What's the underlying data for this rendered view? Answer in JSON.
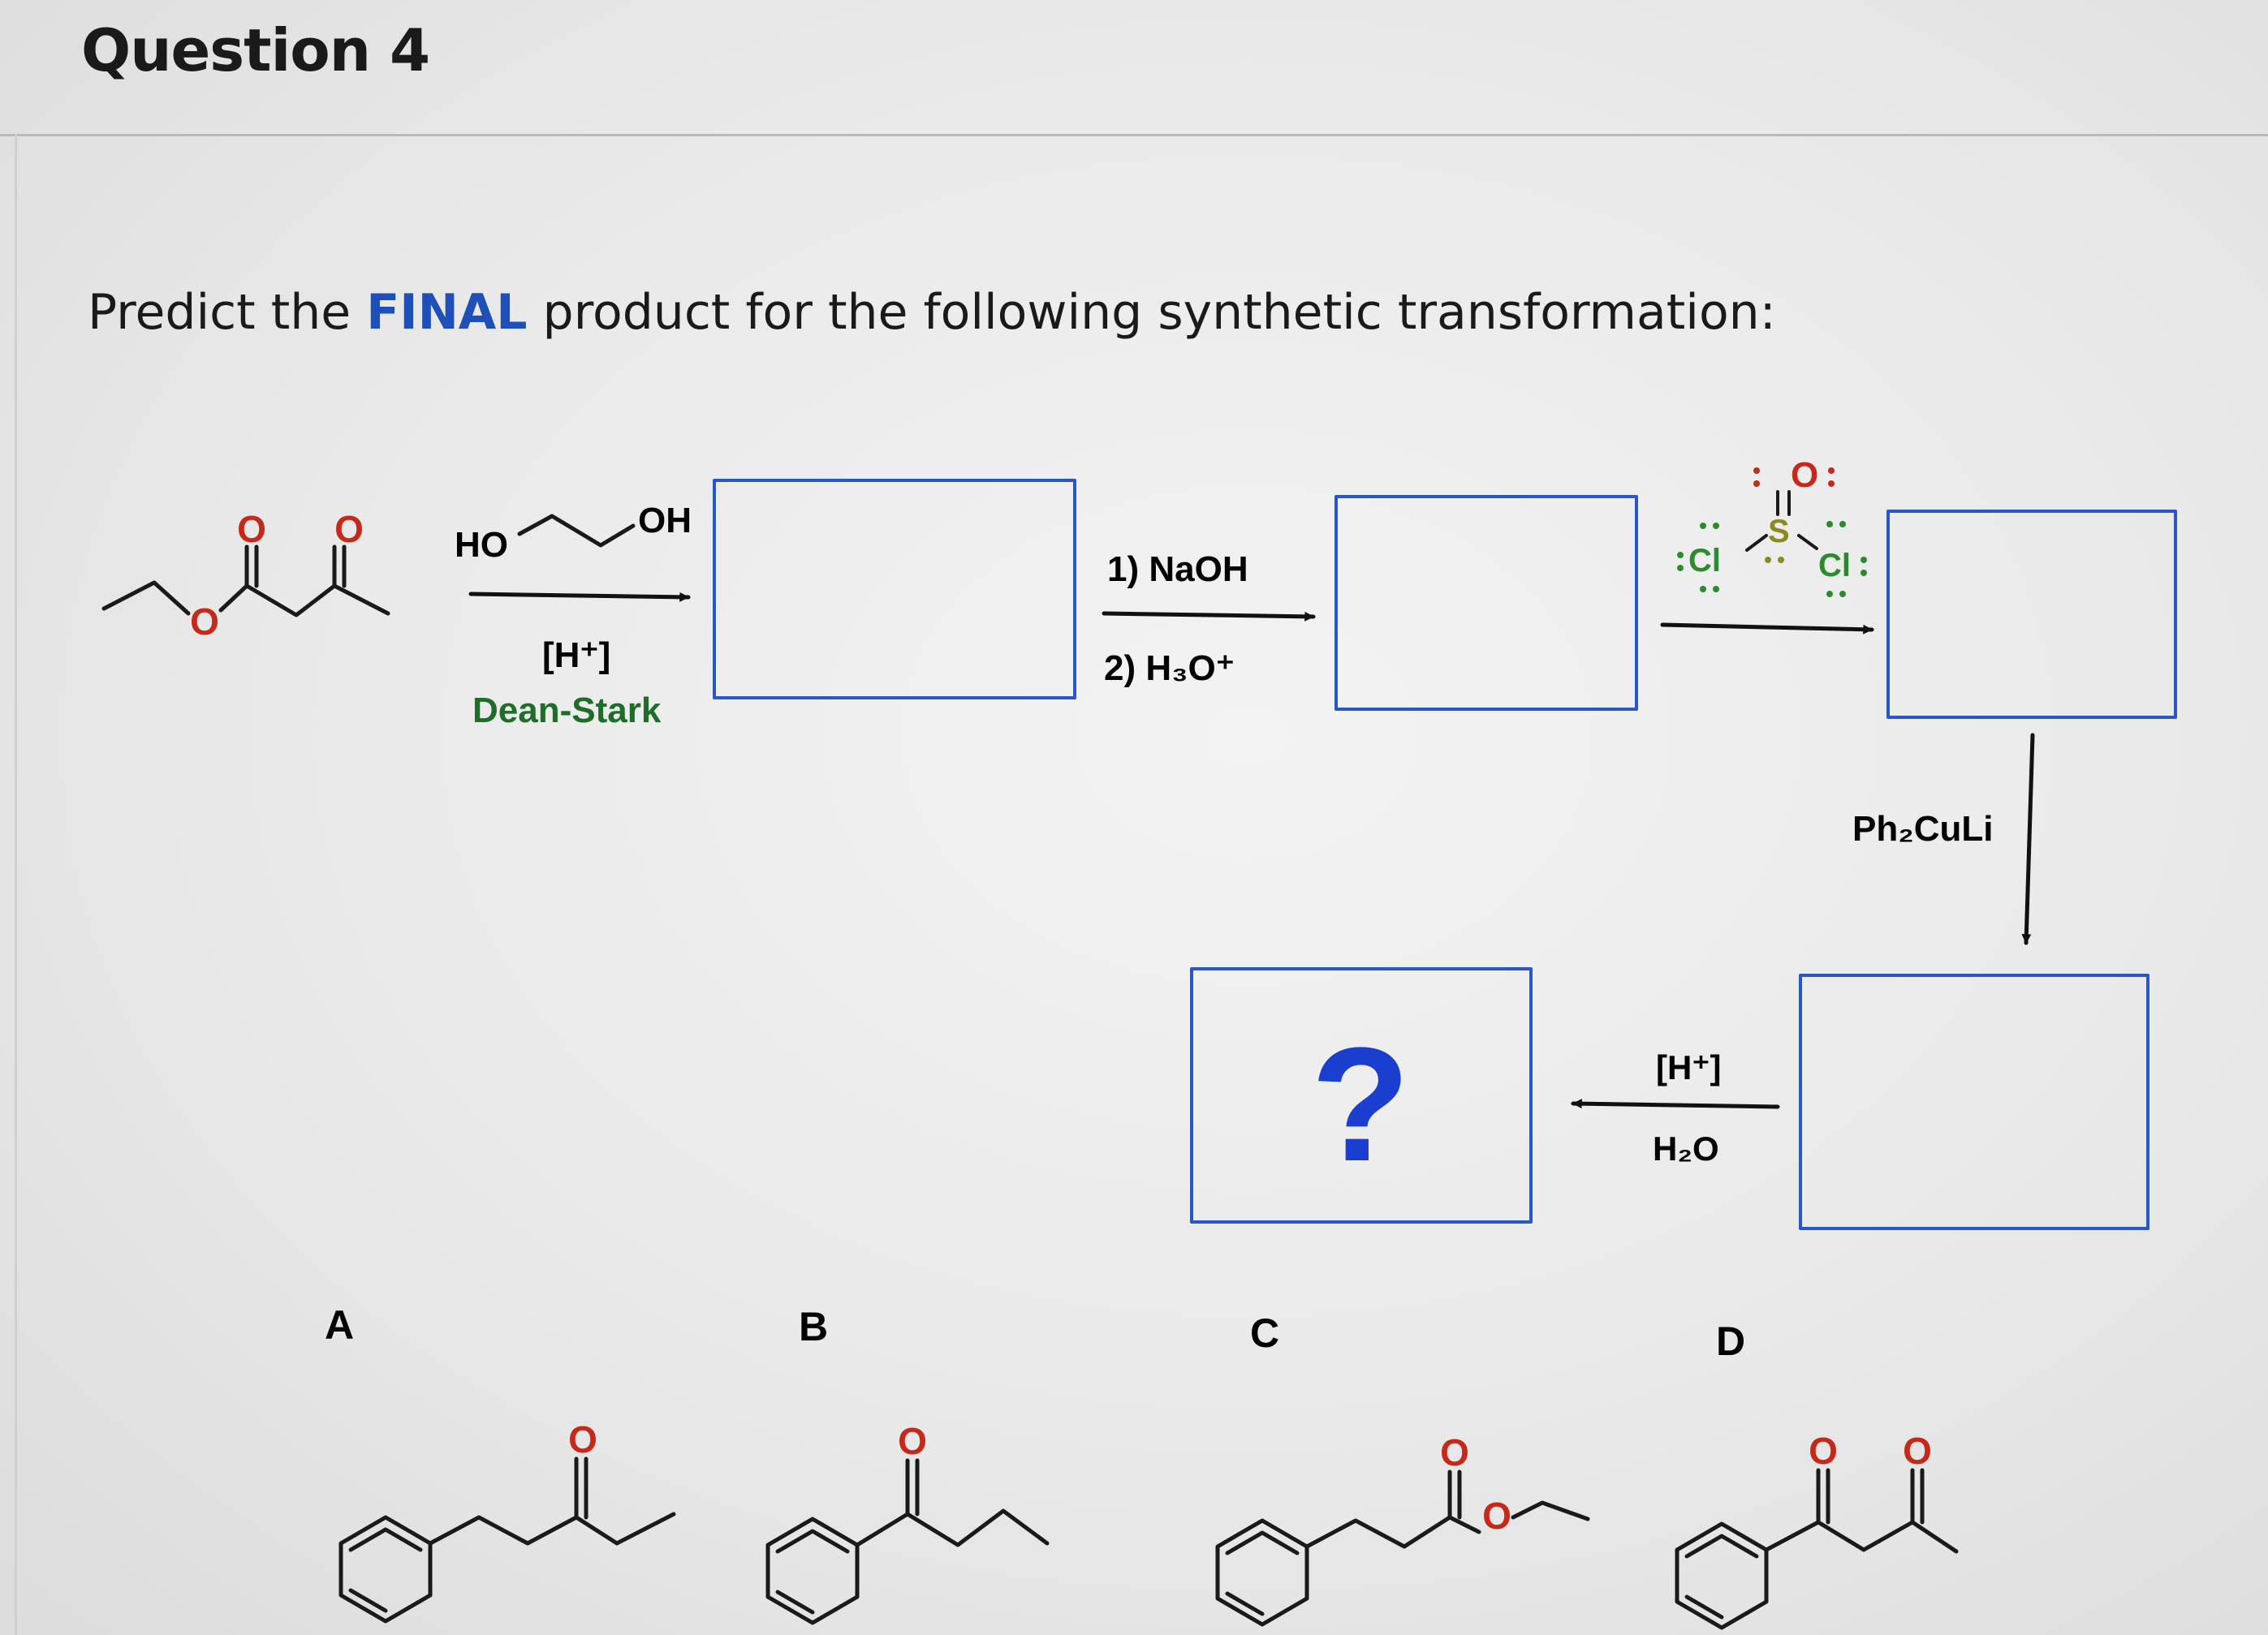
{
  "header": {
    "title": "Question 4"
  },
  "prompt": {
    "before": "Predict the ",
    "emphasis": "FINAL",
    "after": " product for the following synthetic transformation:"
  },
  "scheme": {
    "step1": {
      "reagent_ho": "HO",
      "reagent_oh": "OH",
      "catalyst": "[H⁺]",
      "condition": "Dean-Stark"
    },
    "step2": {
      "line1": "1) NaOH",
      "line2": "2) H₃O⁺"
    },
    "step3": {
      "cl_left": "Cl",
      "cl_right": "Cl",
      "o": "O",
      "s": "S"
    },
    "step4": {
      "reagent": "Ph₂CuLi"
    },
    "step5": {
      "top": "[H⁺]",
      "bottom": "H₂O"
    },
    "unknown": "?"
  },
  "choices": [
    {
      "label": "A"
    },
    {
      "label": "B"
    },
    {
      "label": "C"
    },
    {
      "label": "D"
    }
  ],
  "atoms": {
    "o": "O"
  },
  "colors": {
    "accent": "#1f4fb8",
    "box_border": "#2a56c6",
    "condition": "#1e6e2a",
    "question_mark": "#1a3fd0"
  }
}
